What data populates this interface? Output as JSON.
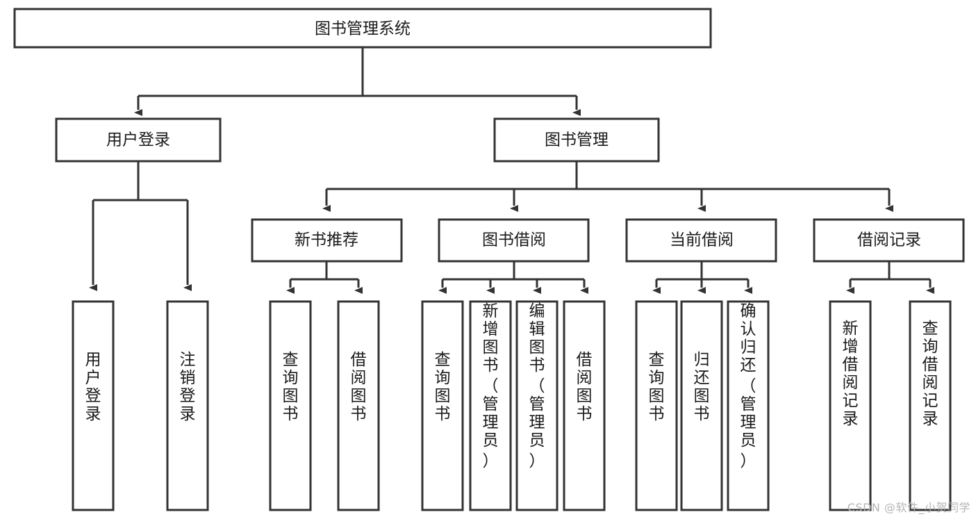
{
  "diagram": {
    "type": "tree-hierarchy",
    "title": "图书管理系统",
    "watermark": "CSDN @软件_小贺同学",
    "colors": {
      "stroke": "#333333",
      "fill": "#ffffff",
      "text": "#1a1a1a",
      "watermark": "#b5b5b5",
      "background": "#ffffff"
    },
    "levels": {
      "root": {
        "label": "图书管理系统"
      },
      "level2": [
        {
          "id": "user-login",
          "label": "用户登录"
        },
        {
          "id": "book-management",
          "label": "图书管理"
        }
      ],
      "level3": [
        {
          "id": "new-book-recommend",
          "label": "新书推荐",
          "parent": "book-management"
        },
        {
          "id": "book-borrow",
          "label": "图书借阅",
          "parent": "book-management"
        },
        {
          "id": "current-borrow",
          "label": "当前借阅",
          "parent": "book-management"
        },
        {
          "id": "borrow-record",
          "label": "借阅记录",
          "parent": "book-management"
        }
      ],
      "leaves": [
        {
          "id": "leaf-user-login",
          "label": "用户登录",
          "parent": "user-login"
        },
        {
          "id": "leaf-logout-login",
          "label": "注销登录",
          "parent": "user-login"
        },
        {
          "id": "leaf-query-book-1",
          "label": "查询图书",
          "parent": "new-book-recommend"
        },
        {
          "id": "leaf-borrow-book-1",
          "label": "借阅图书",
          "parent": "new-book-recommend"
        },
        {
          "id": "leaf-query-book-2",
          "label": "查询图书",
          "parent": "book-borrow"
        },
        {
          "id": "leaf-add-book",
          "label": "新增图书（管理员）",
          "parent": "book-borrow"
        },
        {
          "id": "leaf-edit-book",
          "label": "编辑图书（管理员）",
          "parent": "book-borrow"
        },
        {
          "id": "leaf-borrow-book-2",
          "label": "借阅图书",
          "parent": "book-borrow"
        },
        {
          "id": "leaf-query-book-3",
          "label": "查询图书",
          "parent": "current-borrow"
        },
        {
          "id": "leaf-return-book",
          "label": "归还图书",
          "parent": "current-borrow"
        },
        {
          "id": "leaf-confirm-return",
          "label": "确认归还（管理员）",
          "parent": "current-borrow"
        },
        {
          "id": "leaf-add-record",
          "label": "新增借阅记录",
          "parent": "borrow-record"
        },
        {
          "id": "leaf-query-record",
          "label": "查询借阅记录",
          "parent": "borrow-record"
        }
      ]
    }
  }
}
